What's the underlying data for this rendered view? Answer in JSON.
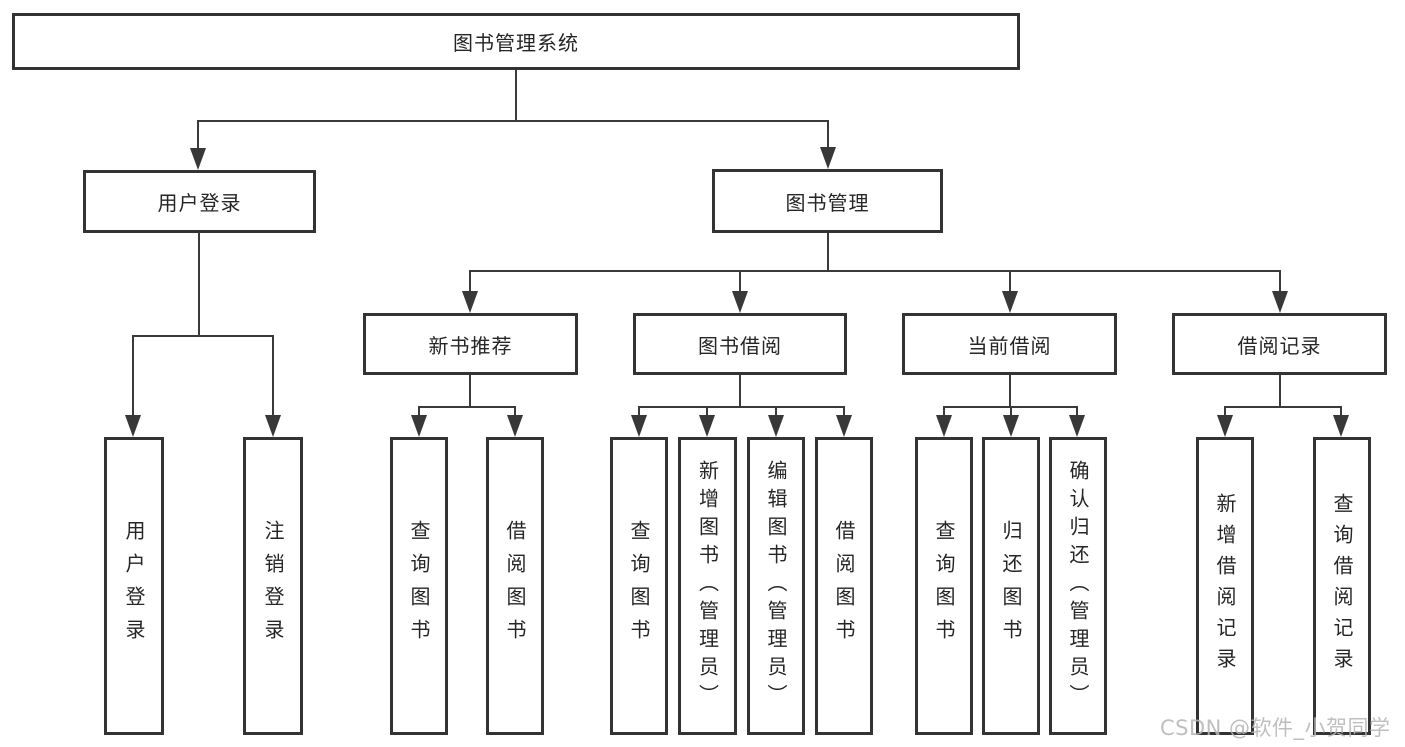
{
  "diagram": {
    "title": "图书管理系统",
    "root": {
      "label": "图书管理系统"
    },
    "user_login": {
      "label": "用户登录",
      "children": [
        {
          "label": "用户登录"
        },
        {
          "label": "注销登录"
        }
      ]
    },
    "book_mgmt": {
      "label": "图书管理",
      "sections": [
        {
          "label": "新书推荐",
          "children": [
            {
              "label": "查询图书"
            },
            {
              "label": "借阅图书"
            }
          ]
        },
        {
          "label": "图书借阅",
          "children": [
            {
              "label": "查询图书"
            },
            {
              "label": "新增图书（管理员）"
            },
            {
              "label": "编辑图书（管理员）"
            },
            {
              "label": "借阅图书"
            }
          ]
        },
        {
          "label": "当前借阅",
          "children": [
            {
              "label": "查询图书"
            },
            {
              "label": "归还图书"
            },
            {
              "label": "确认归还（管理员）"
            }
          ]
        },
        {
          "label": "借阅记录",
          "children": [
            {
              "label": "新增借阅记录"
            },
            {
              "label": "查询借阅记录"
            }
          ]
        }
      ]
    },
    "watermark": "CSDN @软件_小贺同学"
  }
}
